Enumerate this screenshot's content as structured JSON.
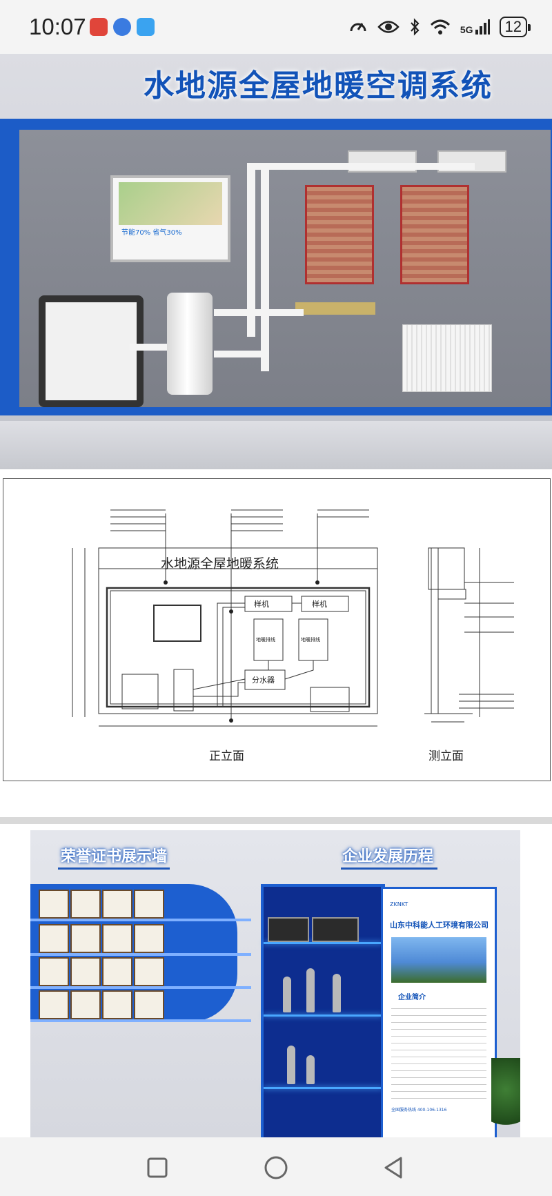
{
  "status_bar": {
    "time": "10:07",
    "network": "5G",
    "battery": "12"
  },
  "post": {
    "photo1": {
      "title": "水地源全屋地暖空调系统",
      "tv_text": "节能70% 省气30%"
    },
    "drawing": {
      "title": "水地源全屋地暖系统",
      "front_label": "正立面",
      "side_label": "测立面",
      "unit_left": "样机",
      "unit_right": "样机",
      "coil_left": "地暖排线",
      "coil_right": "地暖排线",
      "manifold": "分水器"
    },
    "photo2": {
      "wall_title_left": "荣誉证书展示墙",
      "wall_title_right": "企业发展历程",
      "poster_logo": "ZKNKT",
      "poster_company": "山东中科能人工环境有限公司",
      "poster_section": "企业简介",
      "poster_tel": "全国服务热线 400-106-1316"
    }
  },
  "nav": {
    "recents": "square-icon",
    "home": "circle-icon",
    "back": "triangle-back-icon"
  },
  "colors": {
    "brand_blue": "#1253b8",
    "frame_blue": "#1c5cc7"
  }
}
